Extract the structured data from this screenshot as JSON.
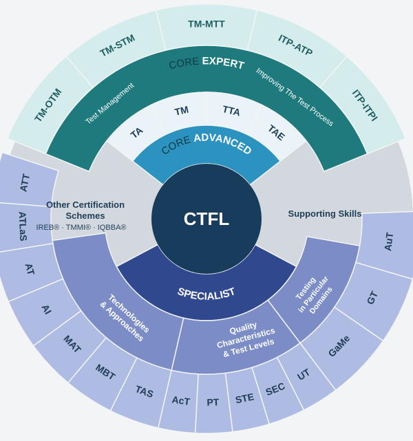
{
  "center": {
    "title": "CTFL"
  },
  "core_advanced": {
    "prefix": "CORE",
    "title": "ADVANCED",
    "modules": [
      "TA",
      "TM",
      "TTA",
      "TAE"
    ]
  },
  "core_expert": {
    "prefix": "CORE",
    "title": "EXPERT",
    "left_group": "Test Management",
    "right_group": "Improving The Test Process",
    "modules": [
      "TM-OTM",
      "TM-STM",
      "TM-MTT",
      "ITP-ATP",
      "ITP-ITPI"
    ]
  },
  "other_certifications": {
    "title_line1": "Other Certification",
    "title_line2": "Schemes",
    "subtitle": "IREB® · TMMI® · IQBBA®"
  },
  "supporting_skills": {
    "title": "Supporting Skills"
  },
  "specialist": {
    "title": "SPECIALIST",
    "groups": {
      "tech_line1": "Technologies",
      "tech_line2": "& Approaches",
      "quality_line1": "Quality",
      "quality_line2": "Characteristics",
      "quality_line3": "& Test Levels",
      "domains_line1": "Testing",
      "domains_line2": "in Particular",
      "domains_line3": "Domains"
    },
    "tech_modules": [
      "ATT",
      "ATLaS",
      "AT",
      "AI",
      "MAT",
      "MBT",
      "TAS"
    ],
    "quality_modules": [
      "AcT",
      "PT",
      "STE",
      "SEC",
      "UT"
    ],
    "domain_modules": [
      "AuT",
      "GT",
      "GaMe"
    ]
  },
  "colors": {
    "background": "#f3f4f6",
    "outer_grey": "#d3d8de",
    "expert_outer": "#d5ecec",
    "expert_band": "#1e7a7d",
    "advanced_modules": "#eaf4f8",
    "advanced_band": "#2c93c0",
    "center": "#173c5c",
    "specialist_band": "#30498e",
    "specialist_groups": "#7c8cc6",
    "specialist_modules": "#aebbe2"
  }
}
